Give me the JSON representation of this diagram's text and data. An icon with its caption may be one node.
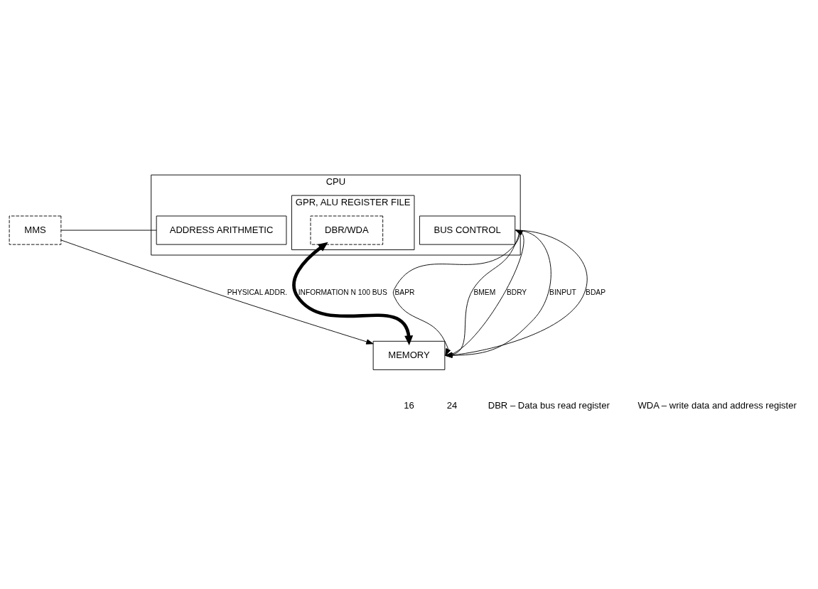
{
  "diagram": {
    "nodes": [
      {
        "text": [
          "CPU"
        ]
      },
      {
        "text": [
          "ADDRESS ARITHMETIC"
        ],
        "in": 0
      },
      {
        "text": [
          "GPR, ALU REGISTER FILE"
        ],
        "in": 0
      },
      {
        "text": [
          "DBR/WDA"
        ],
        "in": 2
      },
      {
        "text": [
          "BUS CONTROL"
        ],
        "in": 0
      },
      {
        "text": [
          "MMS"
        ]
      },
      {
        "text": [
          "MEMORY"
        ]
      }
    ],
    "edges": [
      {
        "from": 1,
        "to": 5,
        "arrow": "none"
      },
      {
        "from": 5,
        "to": 6,
        "arrow": "to",
        "label": "PHYSICAL ADDR."
      },
      {
        "from": 3,
        "to": 6,
        "arrow": "both",
        "style": "thick",
        "label": "INFORMATION N 100 BUS"
      },
      {
        "from": 4,
        "to": 6,
        "arrow": "to",
        "label": "BINPUT"
      },
      {
        "from": 6,
        "to": 4,
        "arrow": "to",
        "label": "BDRY"
      },
      {
        "from": 4,
        "to": 6,
        "arrow": "to",
        "label": "BDAP"
      },
      {
        "from": 4,
        "to": 6,
        "arrow": "to",
        "label": "BAPR"
      },
      {
        "from": 4,
        "to": 6,
        "arrow": "to",
        "label": "BMEM"
      }
    ],
    "labels": [
      "16",
      "24",
      "DBR – Data bus read register",
      "WDA – write data and address register"
    ]
  }
}
